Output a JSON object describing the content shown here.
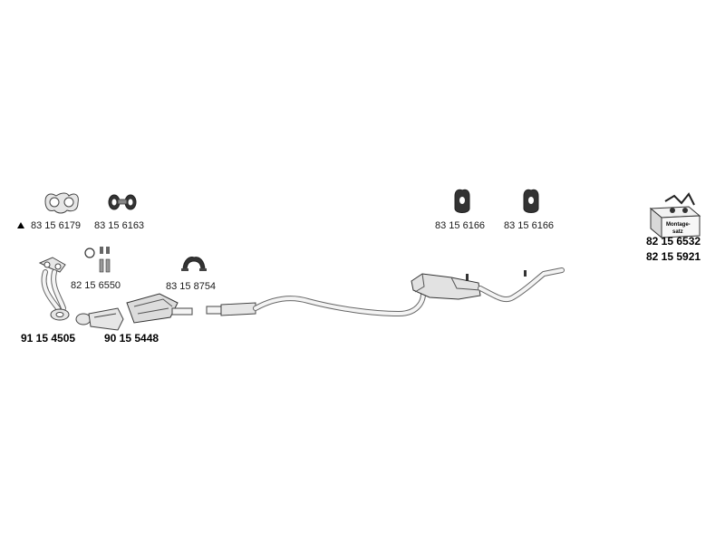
{
  "parts": {
    "gasket_top": {
      "part_number": "83 15 6179",
      "warning_symbol": "▲"
    },
    "rubber_mount_a": {
      "part_number": "83 15 6163"
    },
    "rubber_mount_b": {
      "part_number": "83 15 6166"
    },
    "rubber_mount_c": {
      "part_number": "83 15 6166"
    },
    "mounting_kit": {
      "part_number_1": "82 15 6532",
      "part_number_2": "82 15 5921",
      "box_text_1": "Montage-",
      "box_text_2": "satz"
    },
    "bolt_kit": {
      "part_number": "82 15 6550"
    },
    "clamp": {
      "part_number": "83 15  8754"
    },
    "front_pipe": {
      "part_number": "91 15 4505"
    },
    "catalyst": {
      "part_number": "90 15 5448"
    }
  }
}
